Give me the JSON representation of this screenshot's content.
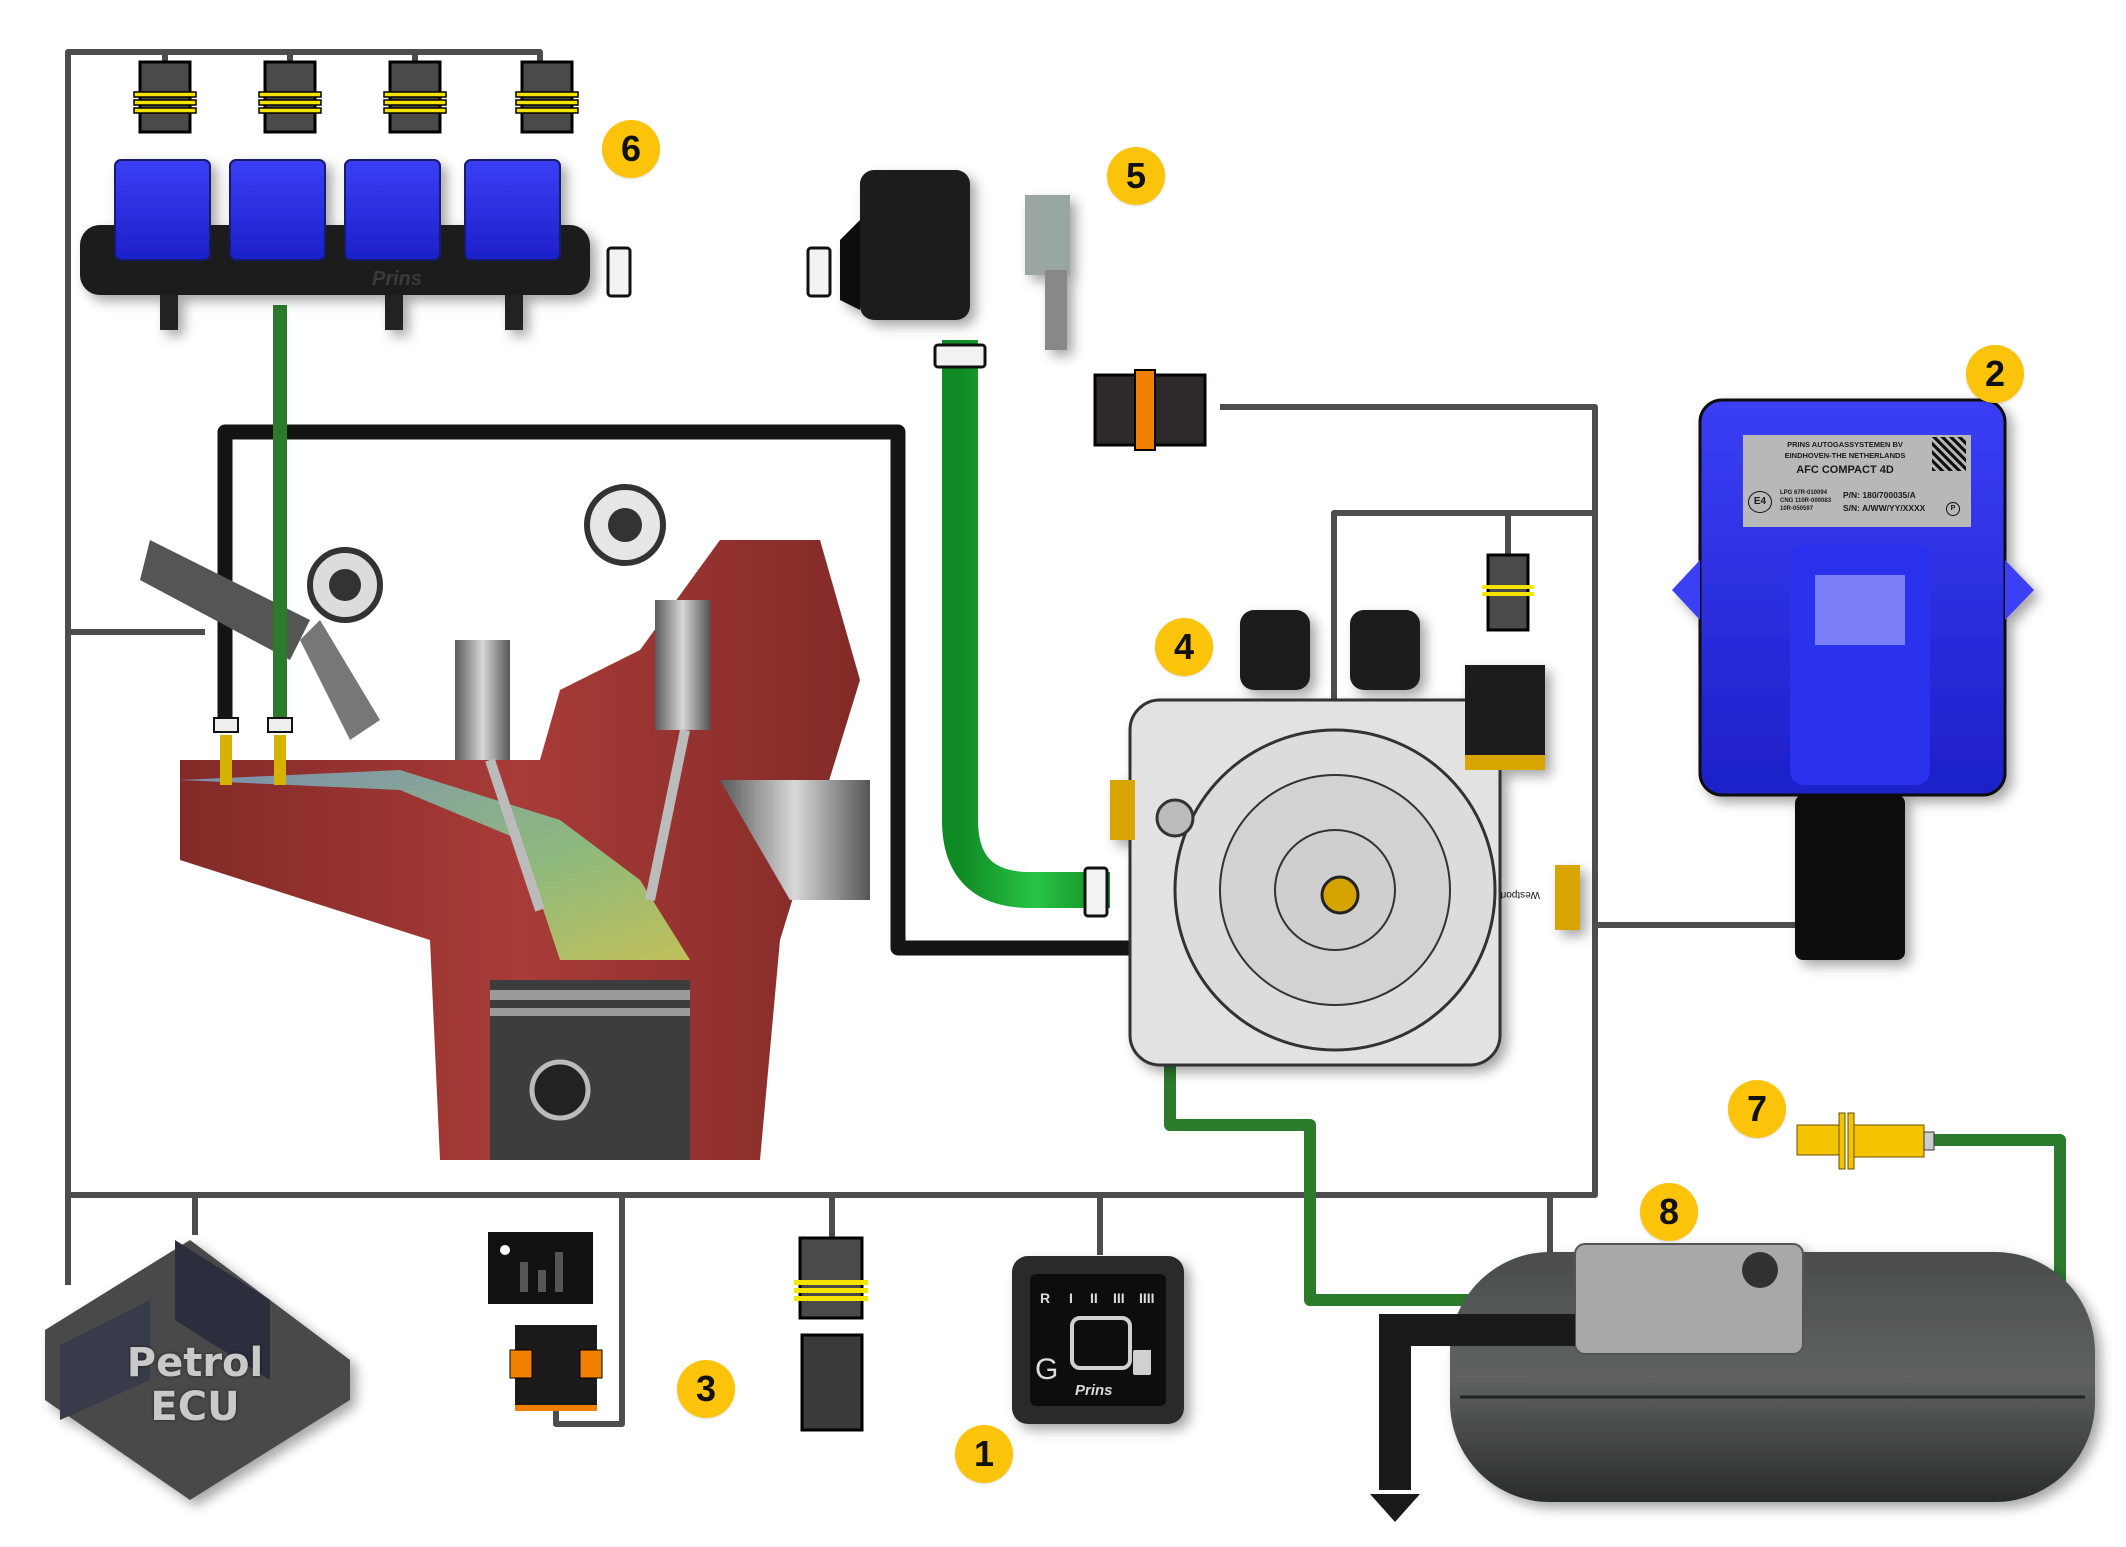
{
  "diagram": {
    "title": "Prins LPG autogas system schematic",
    "colors": {
      "badge": "#fcc30b",
      "gas_hose": "#1fb33a",
      "gas_line_dark": "#2c7a2c",
      "wire": "#555555",
      "vacuum_hose": "#111111",
      "ecu_housing": "#2b2ee8",
      "engine_block": "#8e2a27",
      "yellow_ring": "#f4e400",
      "orange_ring": "#f08000"
    },
    "badges": [
      {
        "number": "1",
        "component": "Switch / fuel gauge"
      },
      {
        "number": "2",
        "component": "LPG ECU"
      },
      {
        "number": "3",
        "component": "Connectors"
      },
      {
        "number": "4",
        "component": "Vaporizer / reducer"
      },
      {
        "number": "5",
        "component": "Gas filter / MAP sensor"
      },
      {
        "number": "6",
        "component": "Injector rail"
      },
      {
        "number": "7",
        "component": "Filling point"
      },
      {
        "number": "8",
        "component": "Tank with multivalve"
      }
    ],
    "ecu": {
      "line1": "PRINS AUTOGASSYSTEMEN BV",
      "line2": "EINDHOVEN-THE NETHERLANDS",
      "model": "AFC COMPACT 4D",
      "approval_mark": "E4",
      "approvals": [
        "LPG 67R-010094",
        "CNG 110R-000083",
        "10R-050597"
      ],
      "part_number": "P/N: 180/700035/A",
      "serial_number": "S/N: A/WW/YY/XXXX",
      "p_mark": "P"
    },
    "gauge": {
      "levels": [
        "R",
        "I",
        "II",
        "III",
        "IIII"
      ],
      "fuel_letter": "G",
      "brand": "Prins"
    },
    "injector_rail": {
      "brand": "Prins"
    },
    "petrol_ecu": {
      "line1": "Petrol",
      "line2": "ECU"
    }
  }
}
